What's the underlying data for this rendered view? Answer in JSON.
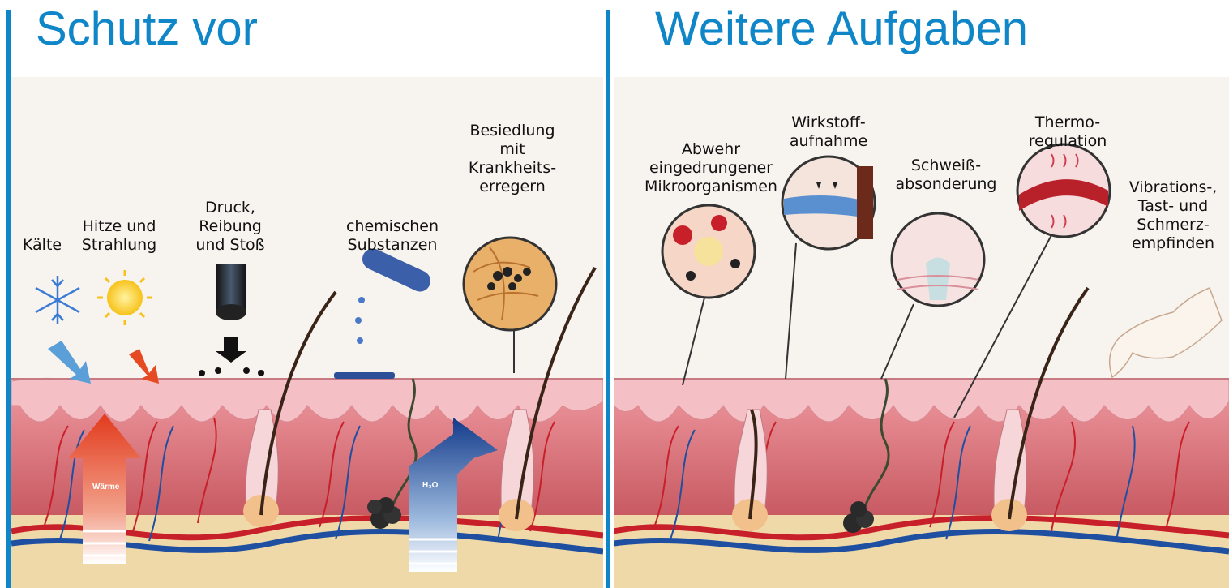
{
  "headings": {
    "left": "Schutz vor",
    "right": "Weitere Aufgaben"
  },
  "left_labels": {
    "kaelte": "Kälte",
    "hitze": "Hitze und\nStrahlung",
    "druck": "Druck,\nReibung\nund Stoß",
    "chemisch": "chemischen\nSubstanzen",
    "besiedlung": "Besiedlung\nmit\nKrankheits-\nerregern"
  },
  "arrow_labels": {
    "waerme": "Wärme",
    "wasser": "H₂O"
  },
  "right_labels": {
    "abwehr": "Abwehr\neingedrungener\nMikroorganismen",
    "wirkstoff": "Wirkstoff-\naufnahme",
    "schweiss": "Schweiß-\nabsonderung",
    "thermo": "Thermo-\nregulation",
    "vibration": "Vibrations-,\nTast- und\nSchmerz-\nempfinden"
  },
  "colors": {
    "accent": "#0e86c8",
    "epidermis": "#f2b8c0",
    "dermis": "#d86a72",
    "fat": "#f0d9a8",
    "vessel_red": "#c8202a",
    "vessel_blue": "#1f4fa0"
  }
}
